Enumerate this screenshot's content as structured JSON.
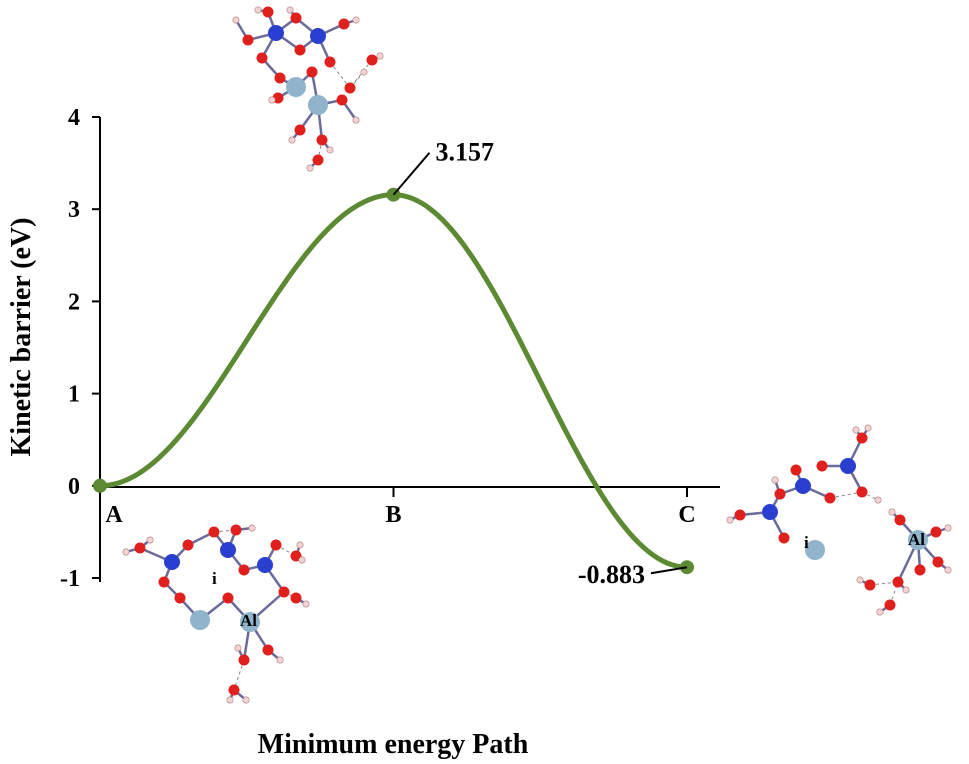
{
  "chart_data": {
    "type": "line",
    "title": "",
    "xlabel": "Minimum energy Path",
    "ylabel": "Kinetic barrier (eV)",
    "categories": [
      "A",
      "B",
      "C"
    ],
    "ylim": [
      -1,
      4
    ],
    "yticks": [
      "-1",
      "0",
      "1",
      "2",
      "3",
      "4"
    ],
    "series": [
      {
        "name": "",
        "points": [
          {
            "x": "A",
            "y": 0
          },
          {
            "x": "B",
            "y": 3.157
          },
          {
            "x": "C",
            "y": -0.883
          }
        ]
      }
    ],
    "annotations": [
      {
        "text": "3.157",
        "at": "B"
      },
      {
        "text": "-0.883",
        "at": "C"
      }
    ],
    "structure_labels": [
      {
        "text": "i"
      },
      {
        "text": "Al"
      },
      {
        "text": "i"
      },
      {
        "text": "Al"
      }
    ],
    "colors": {
      "line": "#5b8a32",
      "point": "#5b8a32",
      "oxygen": "#e0201c",
      "nitrogen": "#2a3fd0",
      "metal": "#8fb4cc",
      "hydrogen": "#f2d2d2"
    },
    "grid": false,
    "legend": "none"
  }
}
